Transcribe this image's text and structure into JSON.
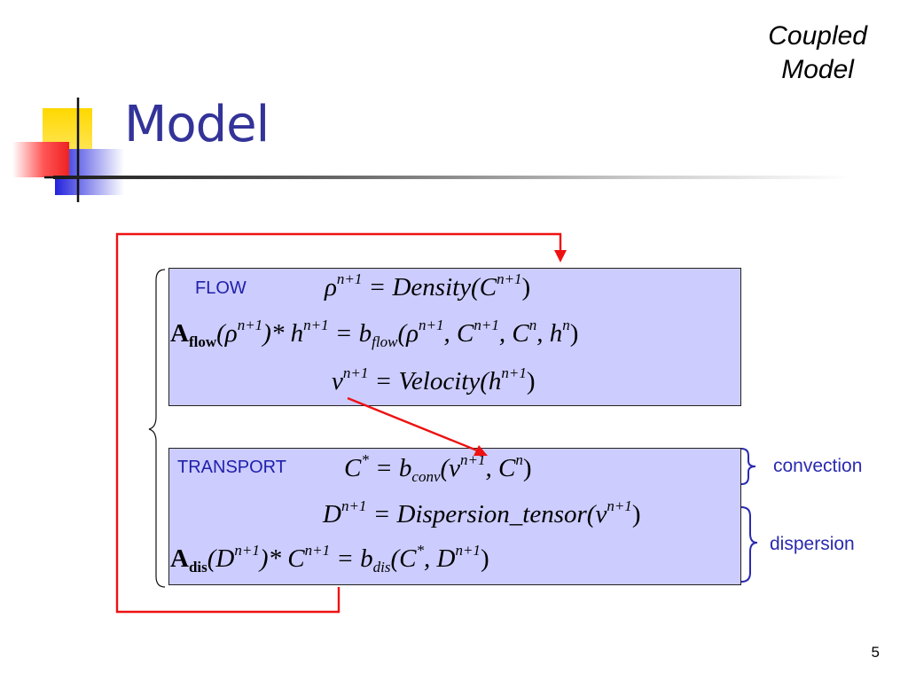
{
  "slide": {
    "corner_label_line1": "Coupled",
    "corner_label_line2": "Model",
    "title": "Model",
    "page_number": "5"
  },
  "flow_box": {
    "label": "FLOW",
    "eq1_lhs": "ρ",
    "eq1_lhs_sup": "n+1",
    "eq1_rhs": "= Density(C",
    "eq1_rhs_sup": "n+1",
    "eq1_rhs_end": ")",
    "eq2_A": "A",
    "eq2_A_sub": "flow",
    "eq2_lhs_mid": "(ρ",
    "eq2_lhs_sup1": "n+1",
    "eq2_lhs_mid2": ")* h",
    "eq2_lhs_sup2": "n+1",
    "eq2_rhs_b": "= b",
    "eq2_rhs_b_sub": "flow",
    "eq2_rhs_args": "(ρ",
    "eq2_rhs_sup1": "n+1",
    "eq2_rhs_args2": ", C",
    "eq2_rhs_sup2": "n+1",
    "eq2_rhs_args3": ", C",
    "eq2_rhs_sup3": "n",
    "eq2_rhs_args4": ", h",
    "eq2_rhs_sup4": "n",
    "eq2_rhs_end": ")",
    "eq3_lhs": "v",
    "eq3_lhs_sup": "n+1",
    "eq3_rhs": "= Velocity(h",
    "eq3_rhs_sup": "n+1",
    "eq3_rhs_end": ")"
  },
  "transport_box": {
    "label": "TRANSPORT",
    "eq1_lhs": "C",
    "eq1_lhs_sup": "*",
    "eq1_rhs_b": "= b",
    "eq1_rhs_b_sub": "conv",
    "eq1_rhs_args": "(v",
    "eq1_rhs_sup1": "n+1",
    "eq1_rhs_args2": ", C",
    "eq1_rhs_sup2": "n",
    "eq1_rhs_end": ")",
    "eq2_lhs": "D",
    "eq2_lhs_sup": "n+1",
    "eq2_rhs": "= Dispersion_tensor(v",
    "eq2_rhs_sup": "n+1",
    "eq2_rhs_end": ")",
    "eq3_A": "A",
    "eq3_A_sub": "dis",
    "eq3_lhs_mid": "(D",
    "eq3_lhs_sup1": "n+1",
    "eq3_lhs_mid2": ")* C",
    "eq3_lhs_sup2": "n+1",
    "eq3_rhs_b": "= b",
    "eq3_rhs_b_sub": "dis",
    "eq3_rhs_args": "(C",
    "eq3_rhs_sup1": "*",
    "eq3_rhs_args2": ", D",
    "eq3_rhs_sup2": "n+1",
    "eq3_rhs_end": ")"
  },
  "annotations": {
    "convection": "convection",
    "dispersion": "dispersion"
  },
  "colors": {
    "title": "#333399",
    "box_fill": "#ccccff",
    "arrow": "#ee1111",
    "annotation": "#2a2ab0"
  }
}
